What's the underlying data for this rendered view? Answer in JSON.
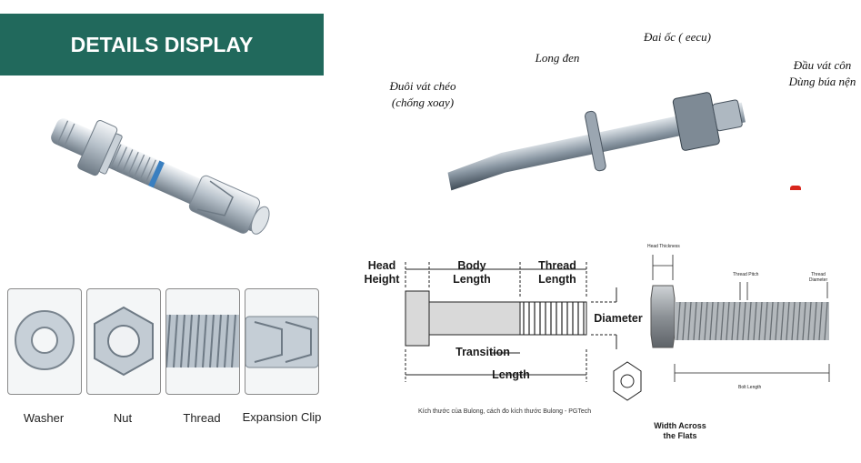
{
  "header": {
    "title": "DETAILS DISPLAY",
    "bg_color": "#21695c"
  },
  "components": [
    {
      "label": "Washer",
      "icon": "washer-icon"
    },
    {
      "label": "Nut",
      "icon": "nut-icon"
    },
    {
      "label": "Thread",
      "icon": "thread-icon"
    },
    {
      "label": "Expansion Clip",
      "icon": "expansion-clip-icon"
    }
  ],
  "anchor_labels": {
    "tail": "Đuôi vát chéo",
    "tail_sub": "(chống xoay)",
    "washer": "Long đen",
    "nut": "Đai ốc ( eecu)",
    "head": "Đầu vát côn",
    "head_sub": "Dùng búa nện"
  },
  "dimension_diagram": {
    "head_height": "Head Height",
    "body_length": "Body Length",
    "thread_length": "Thread Length",
    "diameter": "Diameter",
    "transition": "Transition",
    "length": "Length",
    "width_across_flats": "Width Across the Flats",
    "caption": "Kích thước của Bulong, cách đo kích thước Bulong - PGTech",
    "head_thickness": "Head Thickness",
    "thread_pitch": "Thread Pitch",
    "thread_diameter": "Thread Diameter",
    "bolt_length": "Bolt Length"
  }
}
